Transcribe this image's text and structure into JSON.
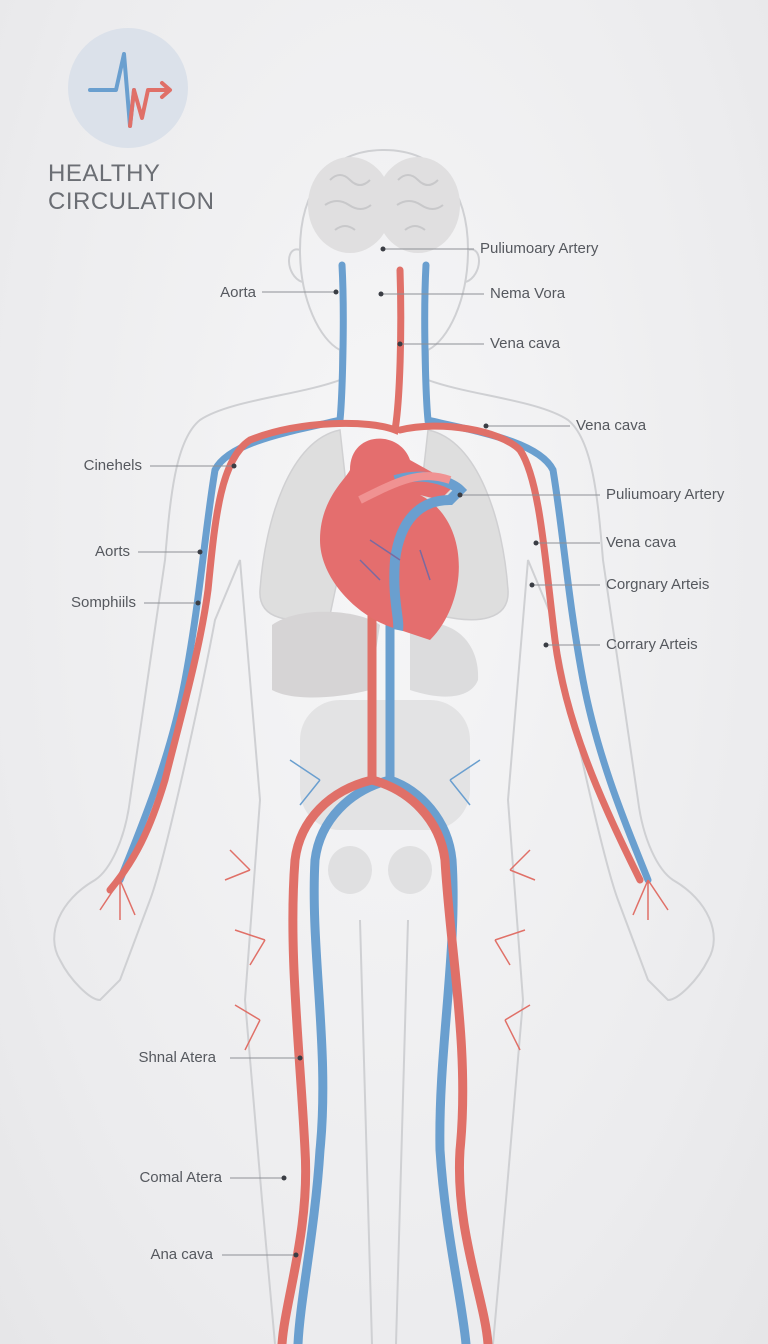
{
  "title": {
    "line1": "HEALTHY",
    "line2": "CIRCULATION"
  },
  "colors": {
    "artery": "#e07068",
    "vein": "#6a9fcf",
    "outline": "#cfd0d3",
    "organ": "#d6d6d8",
    "heart": "#e46e6e"
  },
  "labels_left": [
    {
      "id": "aorta",
      "text": "Aorta"
    },
    {
      "id": "cinehels",
      "text": "Cinehels"
    },
    {
      "id": "aorts",
      "text": "Aorts"
    },
    {
      "id": "somphiils",
      "text": "Somphiils"
    },
    {
      "id": "shnal-atera",
      "text": "Shnal Atera"
    },
    {
      "id": "comal-atera",
      "text": "Comal Atera"
    },
    {
      "id": "ana-cava",
      "text": "Ana cava"
    }
  ],
  "labels_right": [
    {
      "id": "pulmonary-artery-1",
      "text": "Puliumoary Artery"
    },
    {
      "id": "nema-vora",
      "text": "Nema Vora"
    },
    {
      "id": "vena-cava-1",
      "text": "Vena cava"
    },
    {
      "id": "vena-cava-2",
      "text": "Vena cava"
    },
    {
      "id": "pulmonary-artery-2",
      "text": "Puliumoary Artery"
    },
    {
      "id": "vena-cava-3",
      "text": "Vena cava"
    },
    {
      "id": "coronary-arteis-1",
      "text": "Corgnary Arteis"
    },
    {
      "id": "coronary-arteis-2",
      "text": "Corrary Arteis"
    }
  ]
}
